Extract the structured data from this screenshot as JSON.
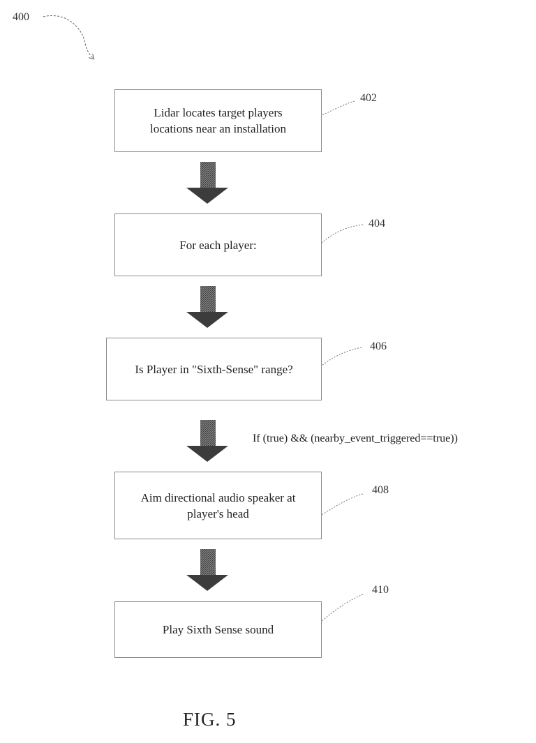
{
  "figure": {
    "ref": "400",
    "caption": "FIG. 5"
  },
  "steps": [
    {
      "ref": "402",
      "text": "Lidar locates target players\nlocations near an installation"
    },
    {
      "ref": "404",
      "text": "For each player:"
    },
    {
      "ref": "406",
      "text": "Is Player in \"Sixth-Sense\" range?"
    },
    {
      "ref": "408",
      "text": "Aim directional audio speaker at\nplayer's head"
    },
    {
      "ref": "410",
      "text": "Play Sixth Sense sound"
    }
  ],
  "condition": "If (true) && (nearby_event_triggered==true))"
}
